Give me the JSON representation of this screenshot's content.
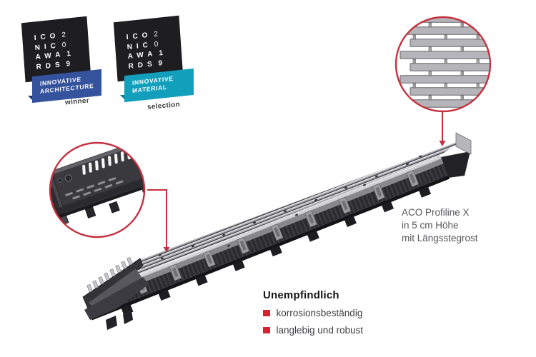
{
  "awards": [
    {
      "name": "iconic-awards-2019-innovative-architecture",
      "grid_rows": [
        {
          "letters": "ICO",
          "digit": "2"
        },
        {
          "letters": "NIC",
          "digit": "0"
        },
        {
          "letters": "AWA",
          "digit": "1"
        },
        {
          "letters": "RDS",
          "digit": "9"
        }
      ],
      "ribbon_lines": [
        "INNOVATIVE",
        "ARCHITECTURE"
      ],
      "award_level": "winner",
      "ribbon_color": "#35529d"
    },
    {
      "name": "iconic-awards-2019-innovative-material",
      "grid_rows": [
        {
          "letters": "ICO",
          "digit": "2"
        },
        {
          "letters": "NIC",
          "digit": "0"
        },
        {
          "letters": "AWA",
          "digit": "1"
        },
        {
          "letters": "RDS",
          "digit": "9"
        }
      ],
      "ribbon_lines": [
        "INNOVATIVE",
        "MATERIAL"
      ],
      "award_level": "selection",
      "ribbon_color": "#119fbc"
    }
  ],
  "product_label": {
    "lines": [
      "ACO Profiline X",
      "in 5 cm Höhe",
      "mit Längsstegrost"
    ]
  },
  "feature_list": {
    "title": "Unempfindlich",
    "items": [
      "korrosionsbeständig",
      "langlebig und robust"
    ]
  },
  "callouts": {
    "left": {
      "shows": "channel-end-underside-detail"
    },
    "right": {
      "shows": "longitudinal-bar-grating-detail"
    }
  },
  "colors": {
    "accent_red": "#c5303e",
    "bullet_red": "#d6232e",
    "ribbon_blue": "#35529d",
    "ribbon_teal": "#119fbc",
    "badge_black": "#1e1e21",
    "label_gray": "#55565a"
  }
}
